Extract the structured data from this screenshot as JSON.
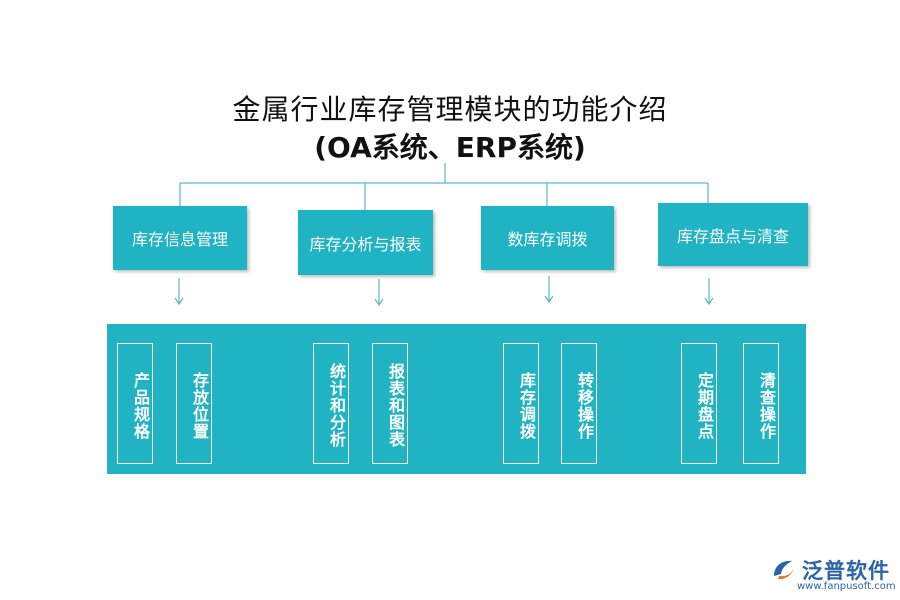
{
  "title": {
    "line1": "金属行业库存管理模块的功能介绍",
    "line2": "(OA系统、ERP系统)"
  },
  "modules": [
    {
      "label": "库存信息管理",
      "items": [
        "产品规格",
        "存放位置"
      ]
    },
    {
      "label": "库存分析与报表",
      "items": [
        "统计和分析",
        "报表和图表"
      ]
    },
    {
      "label": "数库存调拨",
      "items": [
        "库存调拨",
        "转移操作"
      ]
    },
    {
      "label": "库存盘点与清查",
      "items": [
        "定期盘点",
        "清查操作"
      ]
    }
  ],
  "logo": {
    "name": "泛普软件",
    "url": "www.fanpusoft.com"
  },
  "colors": {
    "accent": "#1fb3c3",
    "connector": "#5ab8c4",
    "logo": "#2b63a8"
  }
}
